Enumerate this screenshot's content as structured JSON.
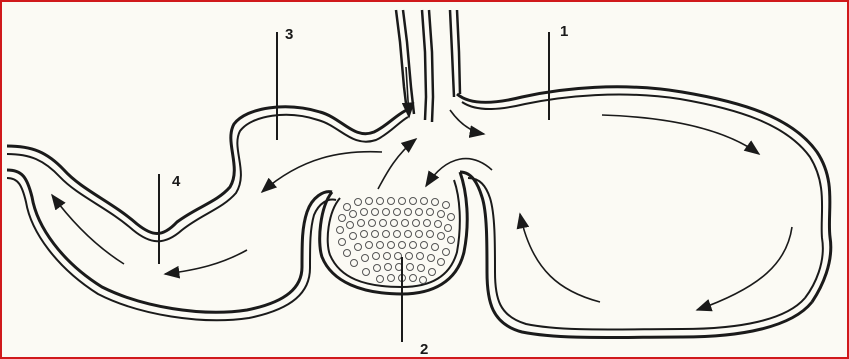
{
  "diagram": {
    "labels": {
      "one": "1",
      "two": "2",
      "three": "3",
      "four": "4"
    },
    "colors": {
      "frame_border": "#d0191b",
      "background": "#fbfaf4",
      "ink": "#1a1a1a"
    }
  }
}
